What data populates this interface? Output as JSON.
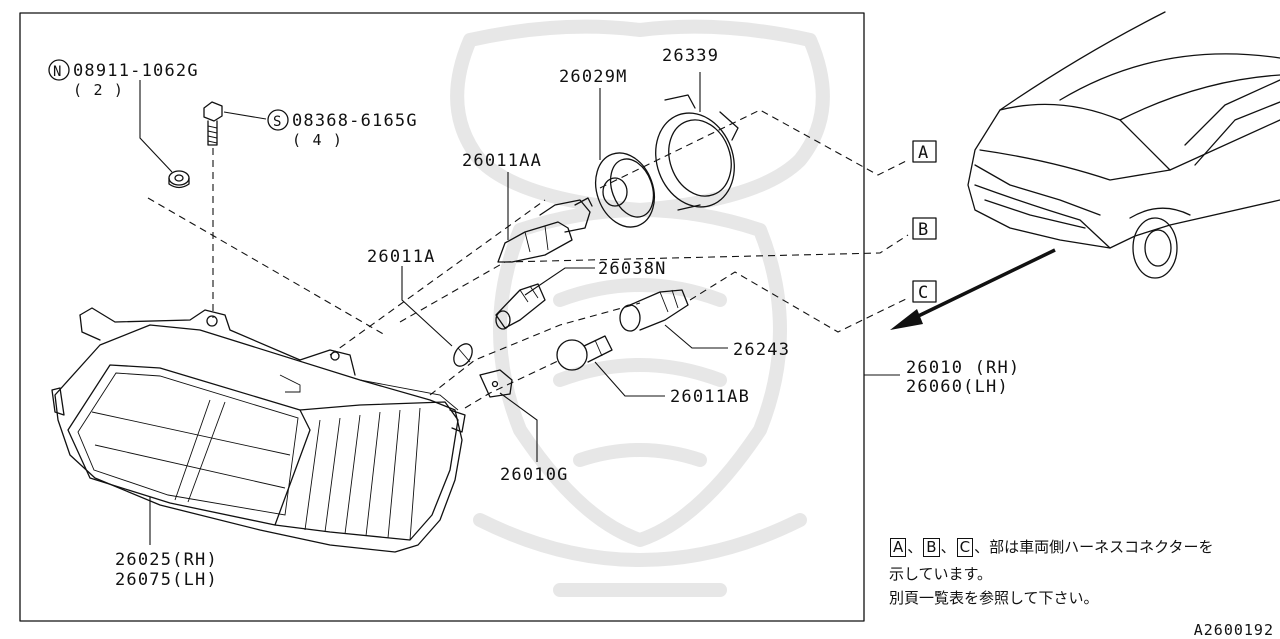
{
  "parts": {
    "nut": "08911-1062G",
    "nut_qty": "( 2 )",
    "nut_prefix": "N",
    "bolt": "08368-6165G",
    "bolt_qty": "( 4 )",
    "bolt_prefix": "S",
    "bulb_aa": "26011AA",
    "socket_m": "26029M",
    "retainer": "26339",
    "bulb_a": "26011A",
    "socket_n": "26038N",
    "socket_243": "26243",
    "bulb_ab": "26011AB",
    "clip": "26010G",
    "lens_rh": "26025(RH)",
    "lens_lh": "26075(LH)",
    "assy_rh": "26010 (RH)",
    "assy_lh": "26060(LH)"
  },
  "connectors": {
    "a": "A",
    "b": "B",
    "c": "C"
  },
  "note": {
    "box_a": "A",
    "box_b": "B",
    "box_c": "C",
    "line1_rest": "、部は車両側ハーネスコネクターを",
    "line2": "示しています。",
    "line3": "別頁一覧表を参照して下さい。",
    "sep": "、"
  },
  "diagram_code": "A2600192"
}
